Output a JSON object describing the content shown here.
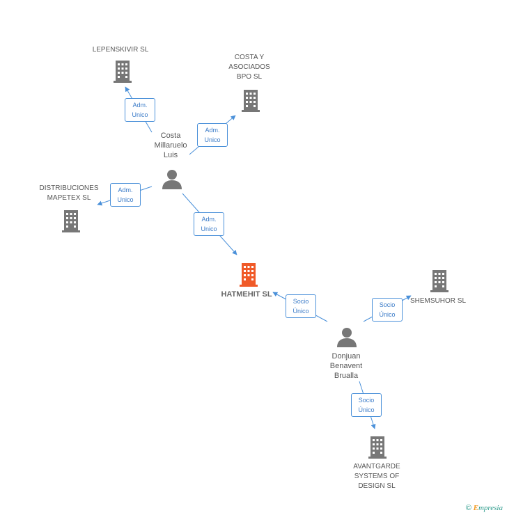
{
  "colors": {
    "edge": "#4a90d9",
    "building": "#777777",
    "focus_building": "#f05a28",
    "person": "#777777"
  },
  "nodes": {
    "lepenskivir": {
      "lines": [
        "LEPENSKIVIR  SL"
      ]
    },
    "costa_asociados": {
      "lines": [
        "COSTA Y",
        "ASOCIADOS",
        "BPO  SL"
      ]
    },
    "costa_person": {
      "lines": [
        "Costa",
        "Millaruelo",
        "Luis"
      ]
    },
    "distribuciones": {
      "lines": [
        "DISTRIBUCIONES",
        "MAPETEX  SL"
      ]
    },
    "hatmehit": {
      "lines": [
        "HATMEHIT SL"
      ]
    },
    "shemsuhor": {
      "lines": [
        "SHEMSUHOR SL"
      ]
    },
    "donjuan": {
      "lines": [
        "Donjuan",
        "Benavent",
        "Brualla"
      ]
    },
    "avantgarde": {
      "lines": [
        "AVANTGARDE",
        "SYSTEMS OF",
        "DESIGN SL"
      ]
    }
  },
  "badges": {
    "b1": [
      "Adm.",
      "Unico"
    ],
    "b2": [
      "Adm.",
      "Unico"
    ],
    "b3": [
      "Adm.",
      "Unico"
    ],
    "b4": [
      "Adm.",
      "Unico"
    ],
    "b5": [
      "Socio",
      "Único"
    ],
    "b6": [
      "Socio",
      "Único"
    ],
    "b7": [
      "Socio",
      "Único"
    ]
  },
  "footer": {
    "copyright": "©",
    "brand_initial": "E",
    "brand_rest": "mpresia"
  }
}
